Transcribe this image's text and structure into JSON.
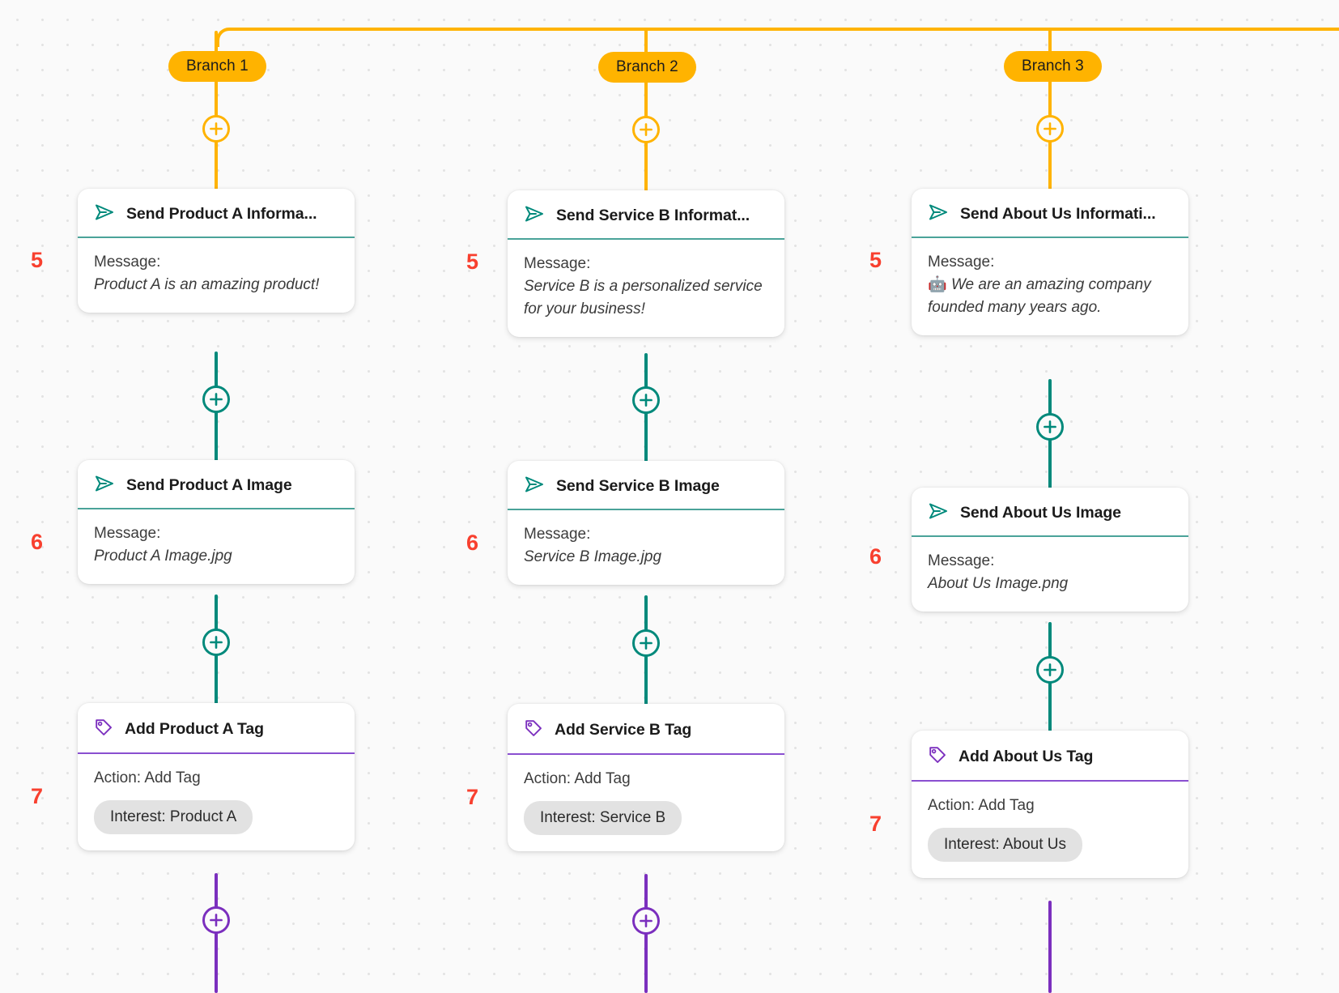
{
  "canvas": {
    "background_color": "#fafafa",
    "grid_dot_color": "#e3e3e3"
  },
  "colors": {
    "branch_orange": "#ffb300",
    "message_teal": "#00897b",
    "tag_purple": "#7b2fbe",
    "step_number_red": "#f8402f",
    "tag_pill_bg": "#e2e2e2"
  },
  "branches": [
    {
      "pill_label": "Branch 1",
      "steps": [
        "5",
        "6",
        "7"
      ],
      "nodes": [
        {
          "icon": "send-message-icon",
          "title": "Send Product A Informa...",
          "field_label": "Message:",
          "value": "Product A is an amazing product!",
          "accent": "teal",
          "type": "message"
        },
        {
          "icon": "send-message-icon",
          "title": "Send Product A Image",
          "field_label": "Message:",
          "value": "Product A Image.jpg",
          "accent": "teal",
          "type": "message"
        },
        {
          "icon": "tag-icon",
          "title": "Add Product A Tag",
          "field_label": "Action: Add Tag",
          "pill": "Interest: Product A",
          "accent": "purple",
          "type": "tag"
        }
      ]
    },
    {
      "pill_label": "Branch 2",
      "steps": [
        "5",
        "6",
        "7"
      ],
      "nodes": [
        {
          "icon": "send-message-icon",
          "title": "Send Service B Informat...",
          "field_label": "Message:",
          "value": "Service B is a personalized service for your business!",
          "accent": "teal",
          "type": "message"
        },
        {
          "icon": "send-message-icon",
          "title": "Send Service B Image",
          "field_label": "Message:",
          "value": "Service B Image.jpg",
          "accent": "teal",
          "type": "message"
        },
        {
          "icon": "tag-icon",
          "title": "Add Service B Tag",
          "field_label": "Action: Add Tag",
          "pill": "Interest: Service B",
          "accent": "purple",
          "type": "tag"
        }
      ]
    },
    {
      "pill_label": "Branch 3",
      "steps": [
        "5",
        "6",
        "7"
      ],
      "nodes": [
        {
          "icon": "send-message-icon",
          "title": "Send About Us Informati...",
          "field_label": "Message:",
          "emoji": "🤖",
          "value": "We are an amazing company founded many years ago.",
          "accent": "teal",
          "type": "message"
        },
        {
          "icon": "send-message-icon",
          "title": "Send About Us Image",
          "field_label": "Message:",
          "value": "About Us Image.png",
          "accent": "teal",
          "type": "message"
        },
        {
          "icon": "tag-icon",
          "title": "Add About Us Tag",
          "field_label": "Action: Add Tag",
          "pill": "Interest: About Us",
          "accent": "purple",
          "type": "tag"
        }
      ]
    }
  ],
  "add_buttons": {
    "label": "+"
  }
}
